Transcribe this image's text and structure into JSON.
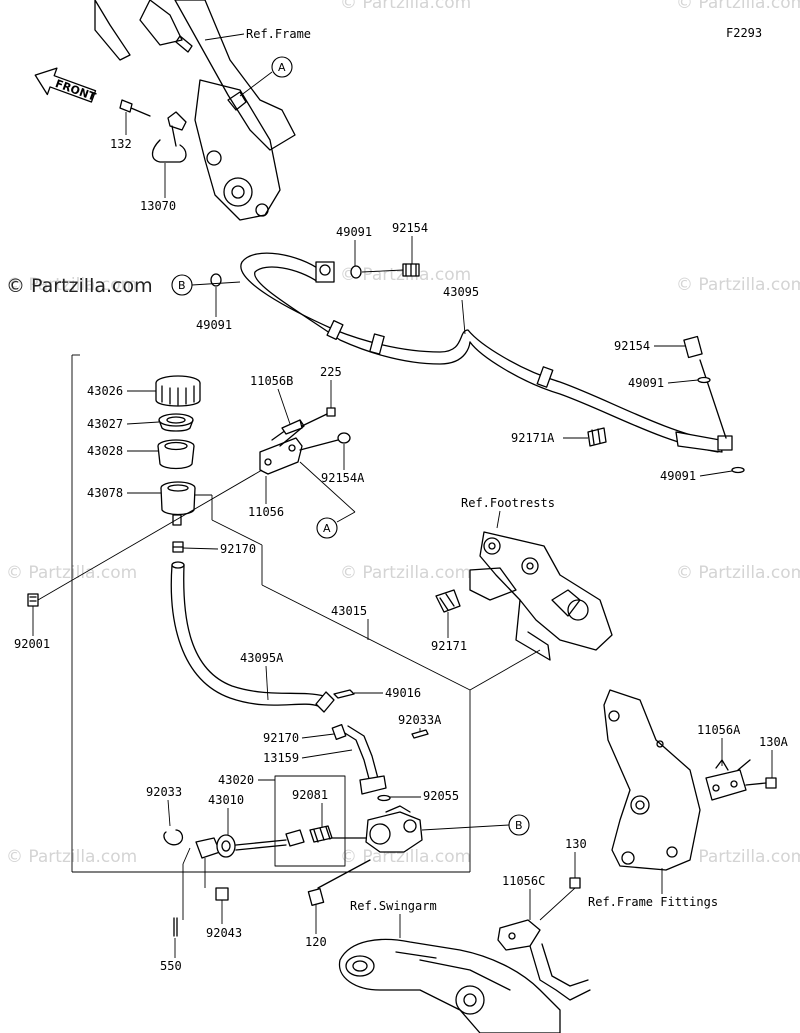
{
  "diagram": {
    "code": "F2293",
    "front_label": "FRONT",
    "watermark_main": "© Partzilla.com",
    "watermark": "© Partzilla.com",
    "refs": {
      "frame": "Ref.Frame",
      "footrests": "Ref.Footrests",
      "swingarm": "Ref.Swingarm",
      "frame_fittings": "Ref.Frame Fittings"
    },
    "callouts": {
      "a": "A",
      "b": "B"
    },
    "parts": {
      "p132": "132",
      "p13070": "13070",
      "p49091a": "49091",
      "p92154a": "92154",
      "p43095": "43095",
      "p49091b": "49091",
      "p92154b": "92154",
      "p49091c": "49091",
      "p92171a": "92171A",
      "p49091d": "49091",
      "p43026": "43026",
      "p43027": "43027",
      "p43028": "43028",
      "p43078": "43078",
      "p11056b": "11056B",
      "p225": "225",
      "p92154A": "92154A",
      "p11056": "11056",
      "p92170a": "92170",
      "p92001": "92001",
      "p43015": "43015",
      "p92171": "92171",
      "p43095a": "43095A",
      "p49016": "49016",
      "p92170b": "92170",
      "p92033a": "92033A",
      "p13159": "13159",
      "p43020": "43020",
      "p92033": "92033",
      "p43010": "43010",
      "p92081": "92081",
      "p92055": "92055",
      "p11056a": "11056A",
      "p130a": "130A",
      "p130": "130",
      "p11056c": "11056C",
      "p92043": "92043",
      "p120": "120",
      "p550": "550"
    }
  }
}
